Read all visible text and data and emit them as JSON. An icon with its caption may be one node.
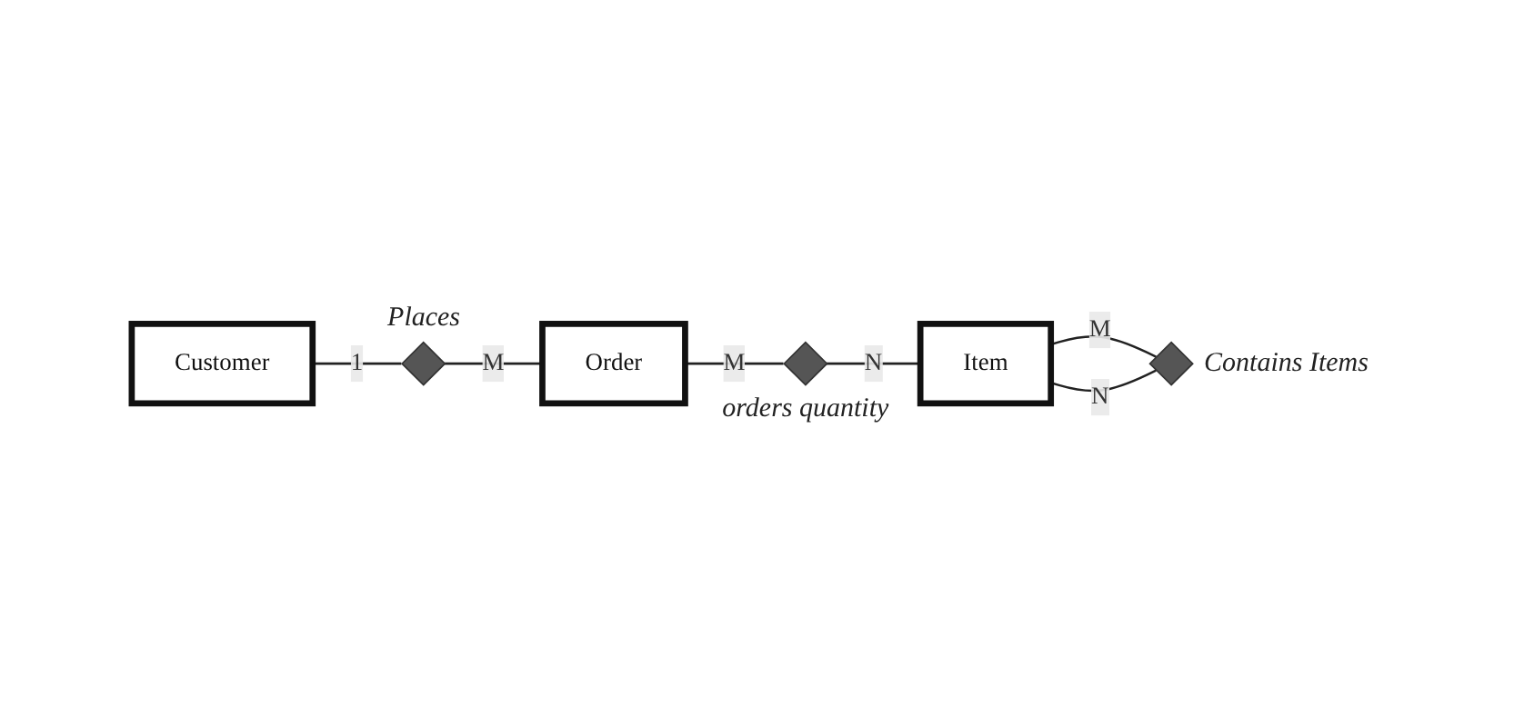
{
  "diagram": {
    "nodes": [
      {
        "text": [
          "Customer"
        ]
      },
      {
        "text": [],
        "shape": "diamond",
        "beside": [
          "Places"
        ]
      },
      {
        "text": [
          "Order"
        ]
      },
      {
        "text": [],
        "shape": "diamond",
        "beside": [
          "orders quantity"
        ]
      },
      {
        "text": [
          "Item"
        ]
      },
      {
        "text": [],
        "shape": "diamond",
        "beside": [
          "Contains Items"
        ]
      }
    ],
    "edges": [
      {
        "from": 0,
        "to": 1,
        "arrow": "none",
        "label": "1"
      },
      {
        "from": 1,
        "to": 2,
        "arrow": "none",
        "label": "M"
      },
      {
        "from": 2,
        "to": 3,
        "arrow": "none",
        "label": "M"
      },
      {
        "from": 3,
        "to": 4,
        "arrow": "none",
        "label": "N"
      },
      {
        "from": 4,
        "to": 5,
        "arrow": "none",
        "label": "M"
      },
      {
        "from": 5,
        "to": 4,
        "arrow": "none",
        "label": "N"
      }
    ]
  }
}
